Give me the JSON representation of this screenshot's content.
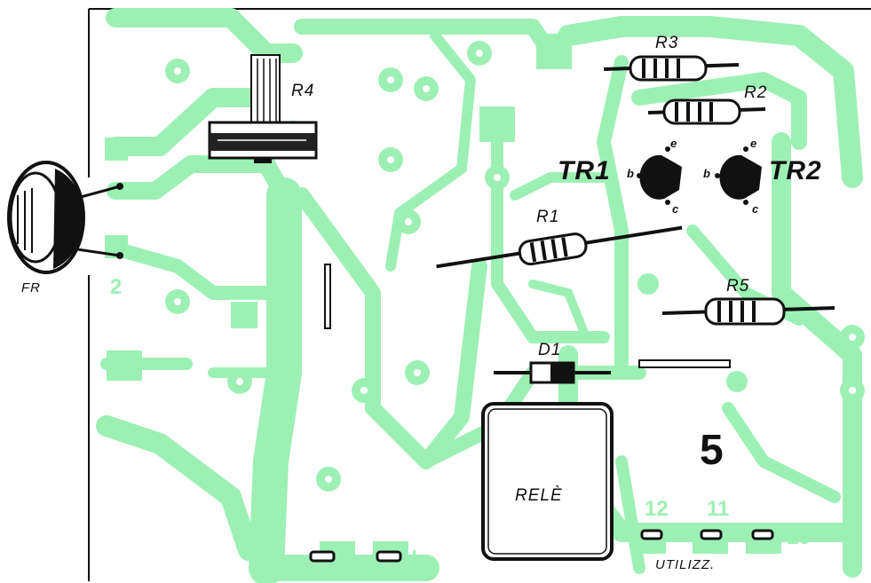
{
  "figure_number": "5",
  "photoresistor": {
    "label": "FR"
  },
  "components": {
    "r1": "R1",
    "r2": "R2",
    "r3": "R3",
    "r4": "R4",
    "r5": "R5",
    "d1": "D1",
    "tr1": "TR1",
    "tr2": "TR2",
    "relay": "RELÈ"
  },
  "transistor_pins": {
    "base": "b",
    "emitter": "e",
    "collector": "c"
  },
  "terminals": {
    "t1": "1",
    "t2": "2",
    "t10": "10",
    "t11": "11",
    "t12": "12",
    "minus": "−",
    "plus": "+"
  },
  "output_label": "UTILIZZ.",
  "colors": {
    "copper": "#9df0b4",
    "component": "#1a1a1a",
    "background": "#ffffff"
  }
}
